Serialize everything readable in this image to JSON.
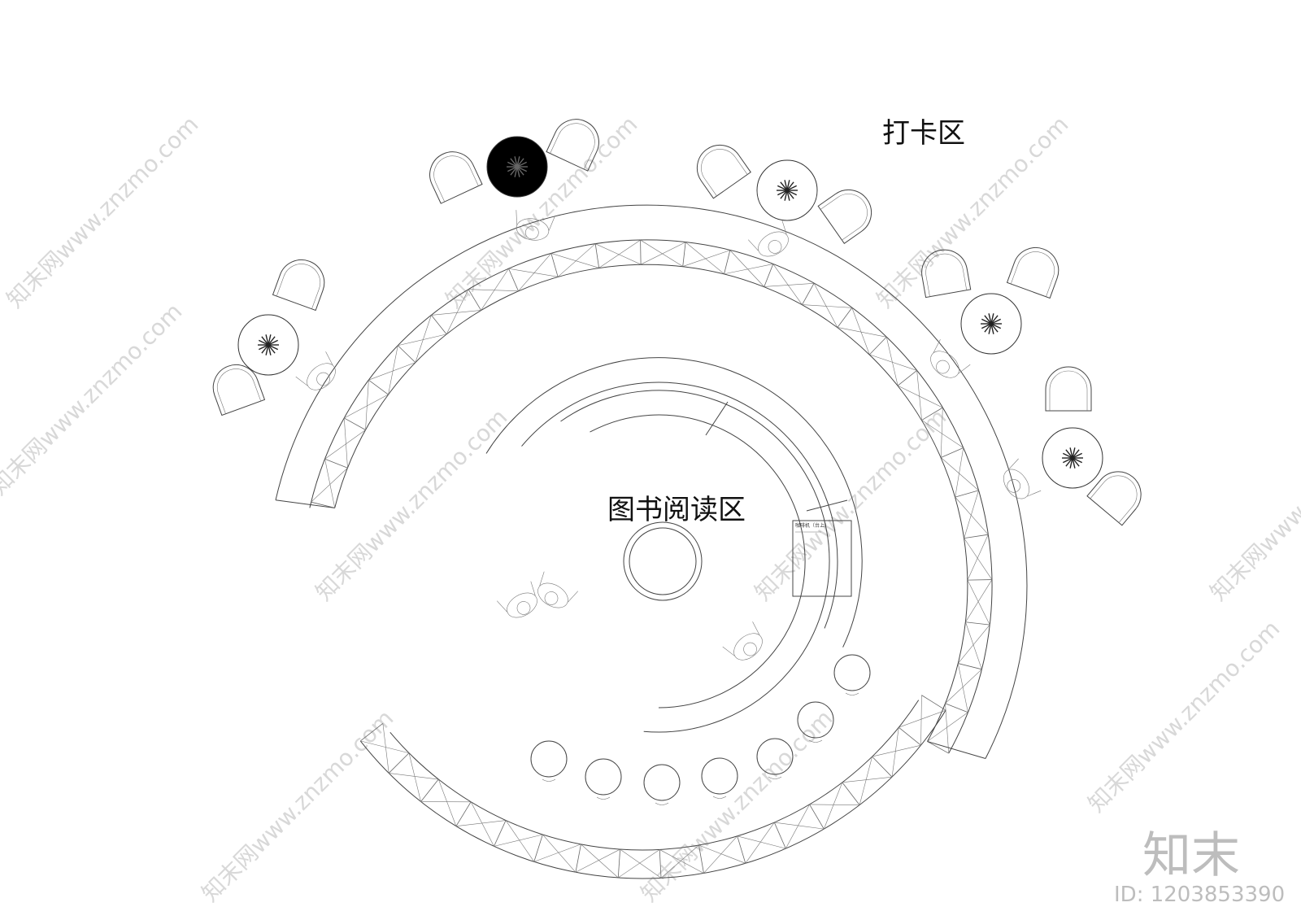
{
  "zones": {
    "checkin_label": "打卡区",
    "reading_label": "图书阅读区"
  },
  "equipment": {
    "coffee_machine_label": "咖啡机（台上）"
  },
  "watermark": {
    "text": "知末网www.znzmo.com",
    "brand": "知末",
    "id_text": "ID: 1203853390"
  },
  "colors": {
    "line": "#444444",
    "watermark": "#d8d8d8",
    "background": "#ffffff"
  }
}
